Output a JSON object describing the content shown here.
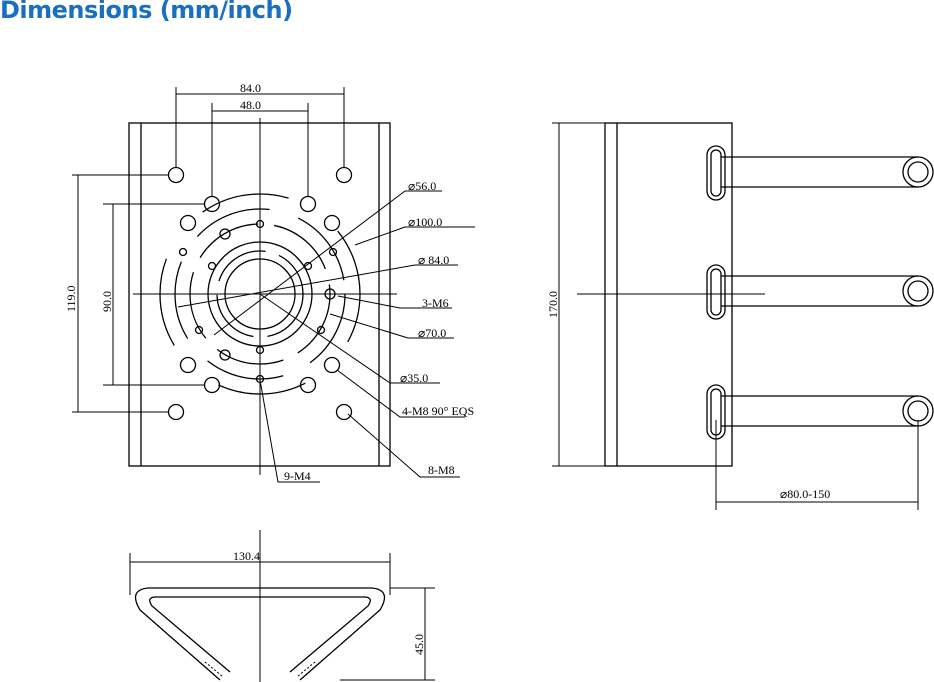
{
  "title": "Dimensions (mm/inch)",
  "front_view": {
    "dim_width_outer": "84.0",
    "dim_width_inner": "48.0",
    "dim_height_outer": "119.0",
    "dim_height_inner": "90.0",
    "callouts": [
      "⌀56.0",
      "⌀100.0",
      "⌀ 84.0",
      "3-M6",
      "⌀70.0",
      "⌀35.0",
      "4-M8 90° EQS",
      "8-M8",
      "9-M4"
    ]
  },
  "side_view": {
    "dim_height": "170.0",
    "dim_pole": "⌀80.0-150"
  },
  "bottom_view": {
    "dim_width": "130.4",
    "dim_height": "45.0"
  }
}
